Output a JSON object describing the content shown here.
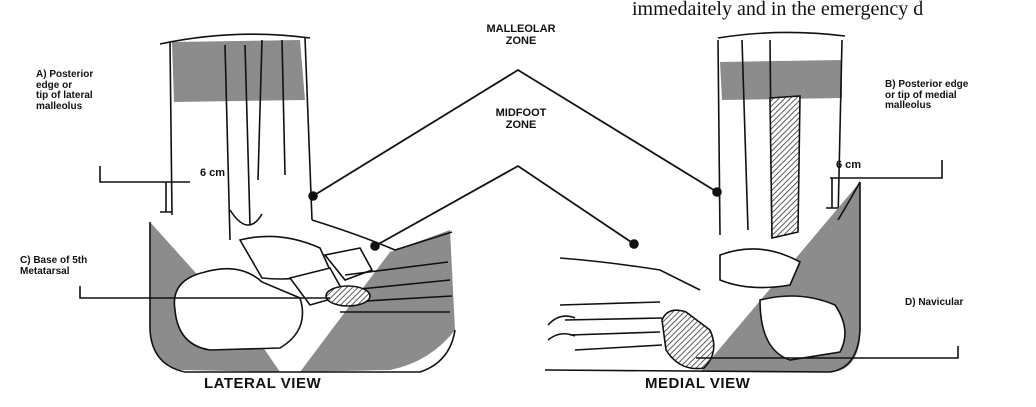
{
  "top_text": "immedaitely and in the emergency d",
  "zones": {
    "malleolar": "MALLEOLAR\nZONE",
    "midfoot": "MIDFOOT\nZONE"
  },
  "labels": {
    "a": "A) Posterior\nedge or\ntip of lateral\nmalleolus",
    "b": "B) Posterior edge\nor tip of medial\nmalleolus",
    "c": "C) Base of 5th\nMetatarsal",
    "d": "D) Navicular"
  },
  "measure_left": "6 cm",
  "measure_right": "6 cm",
  "views": {
    "lateral": "LATERAL VIEW",
    "medial": "MEDIAL VIEW"
  },
  "colors": {
    "shade": "#8c8c8c",
    "line": "#111111",
    "bone": "#ffffff"
  }
}
